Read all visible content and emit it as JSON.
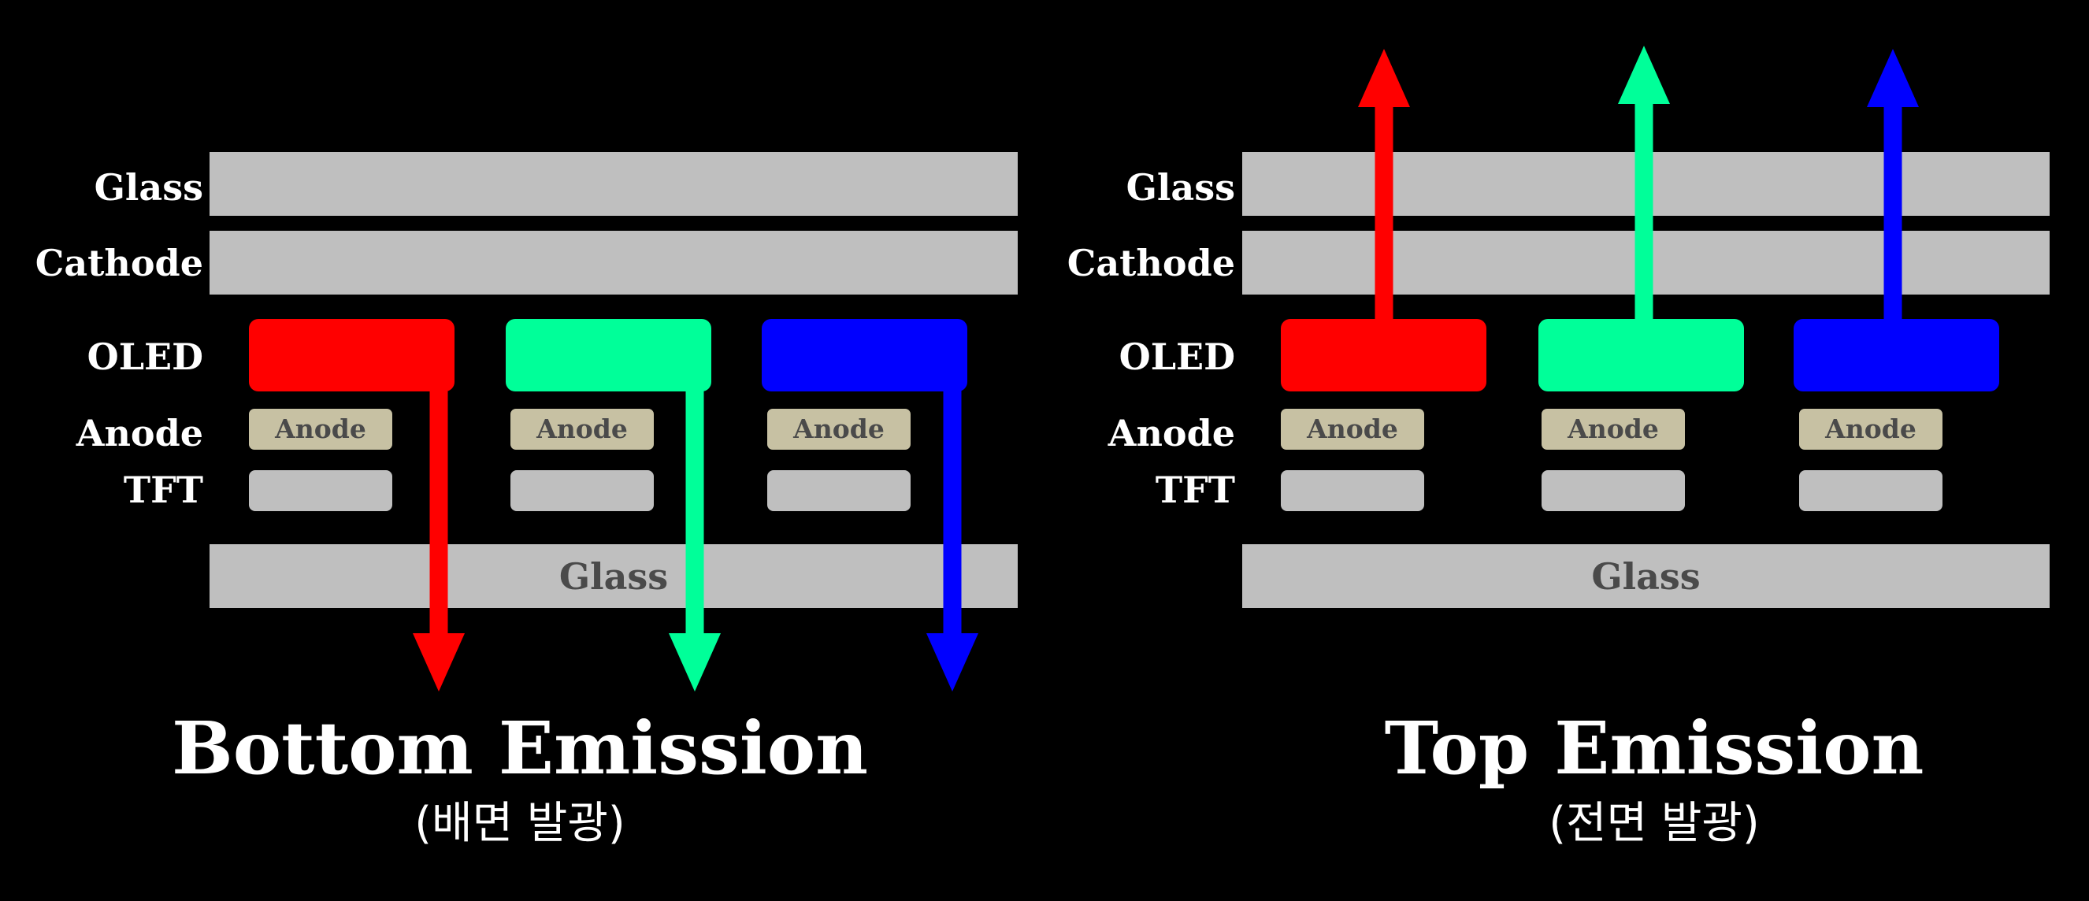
{
  "colors": {
    "background": "#000000",
    "layer_gray": "#bfbfbf",
    "anode_beige": "#c7c1a3",
    "red": "#ff0000",
    "green": "#00ff99",
    "blue": "#0000ff"
  },
  "layer_labels": {
    "glass": "Glass",
    "cathode": "Cathode",
    "oled": "OLED",
    "anode": "Anode",
    "tft": "TFT"
  },
  "bottom_emission": {
    "title": "Bottom Emission",
    "subtitle": "(배면 발광)",
    "glass_bottom_label": "Glass",
    "anode_labels": [
      "Anode",
      "Anode",
      "Anode"
    ],
    "emission_direction": "down"
  },
  "top_emission": {
    "title": "Top Emission",
    "subtitle": "(전면 발광)",
    "glass_bottom_label": "Glass",
    "anode_labels": [
      "Anode",
      "Anode",
      "Anode"
    ],
    "emission_direction": "up"
  }
}
